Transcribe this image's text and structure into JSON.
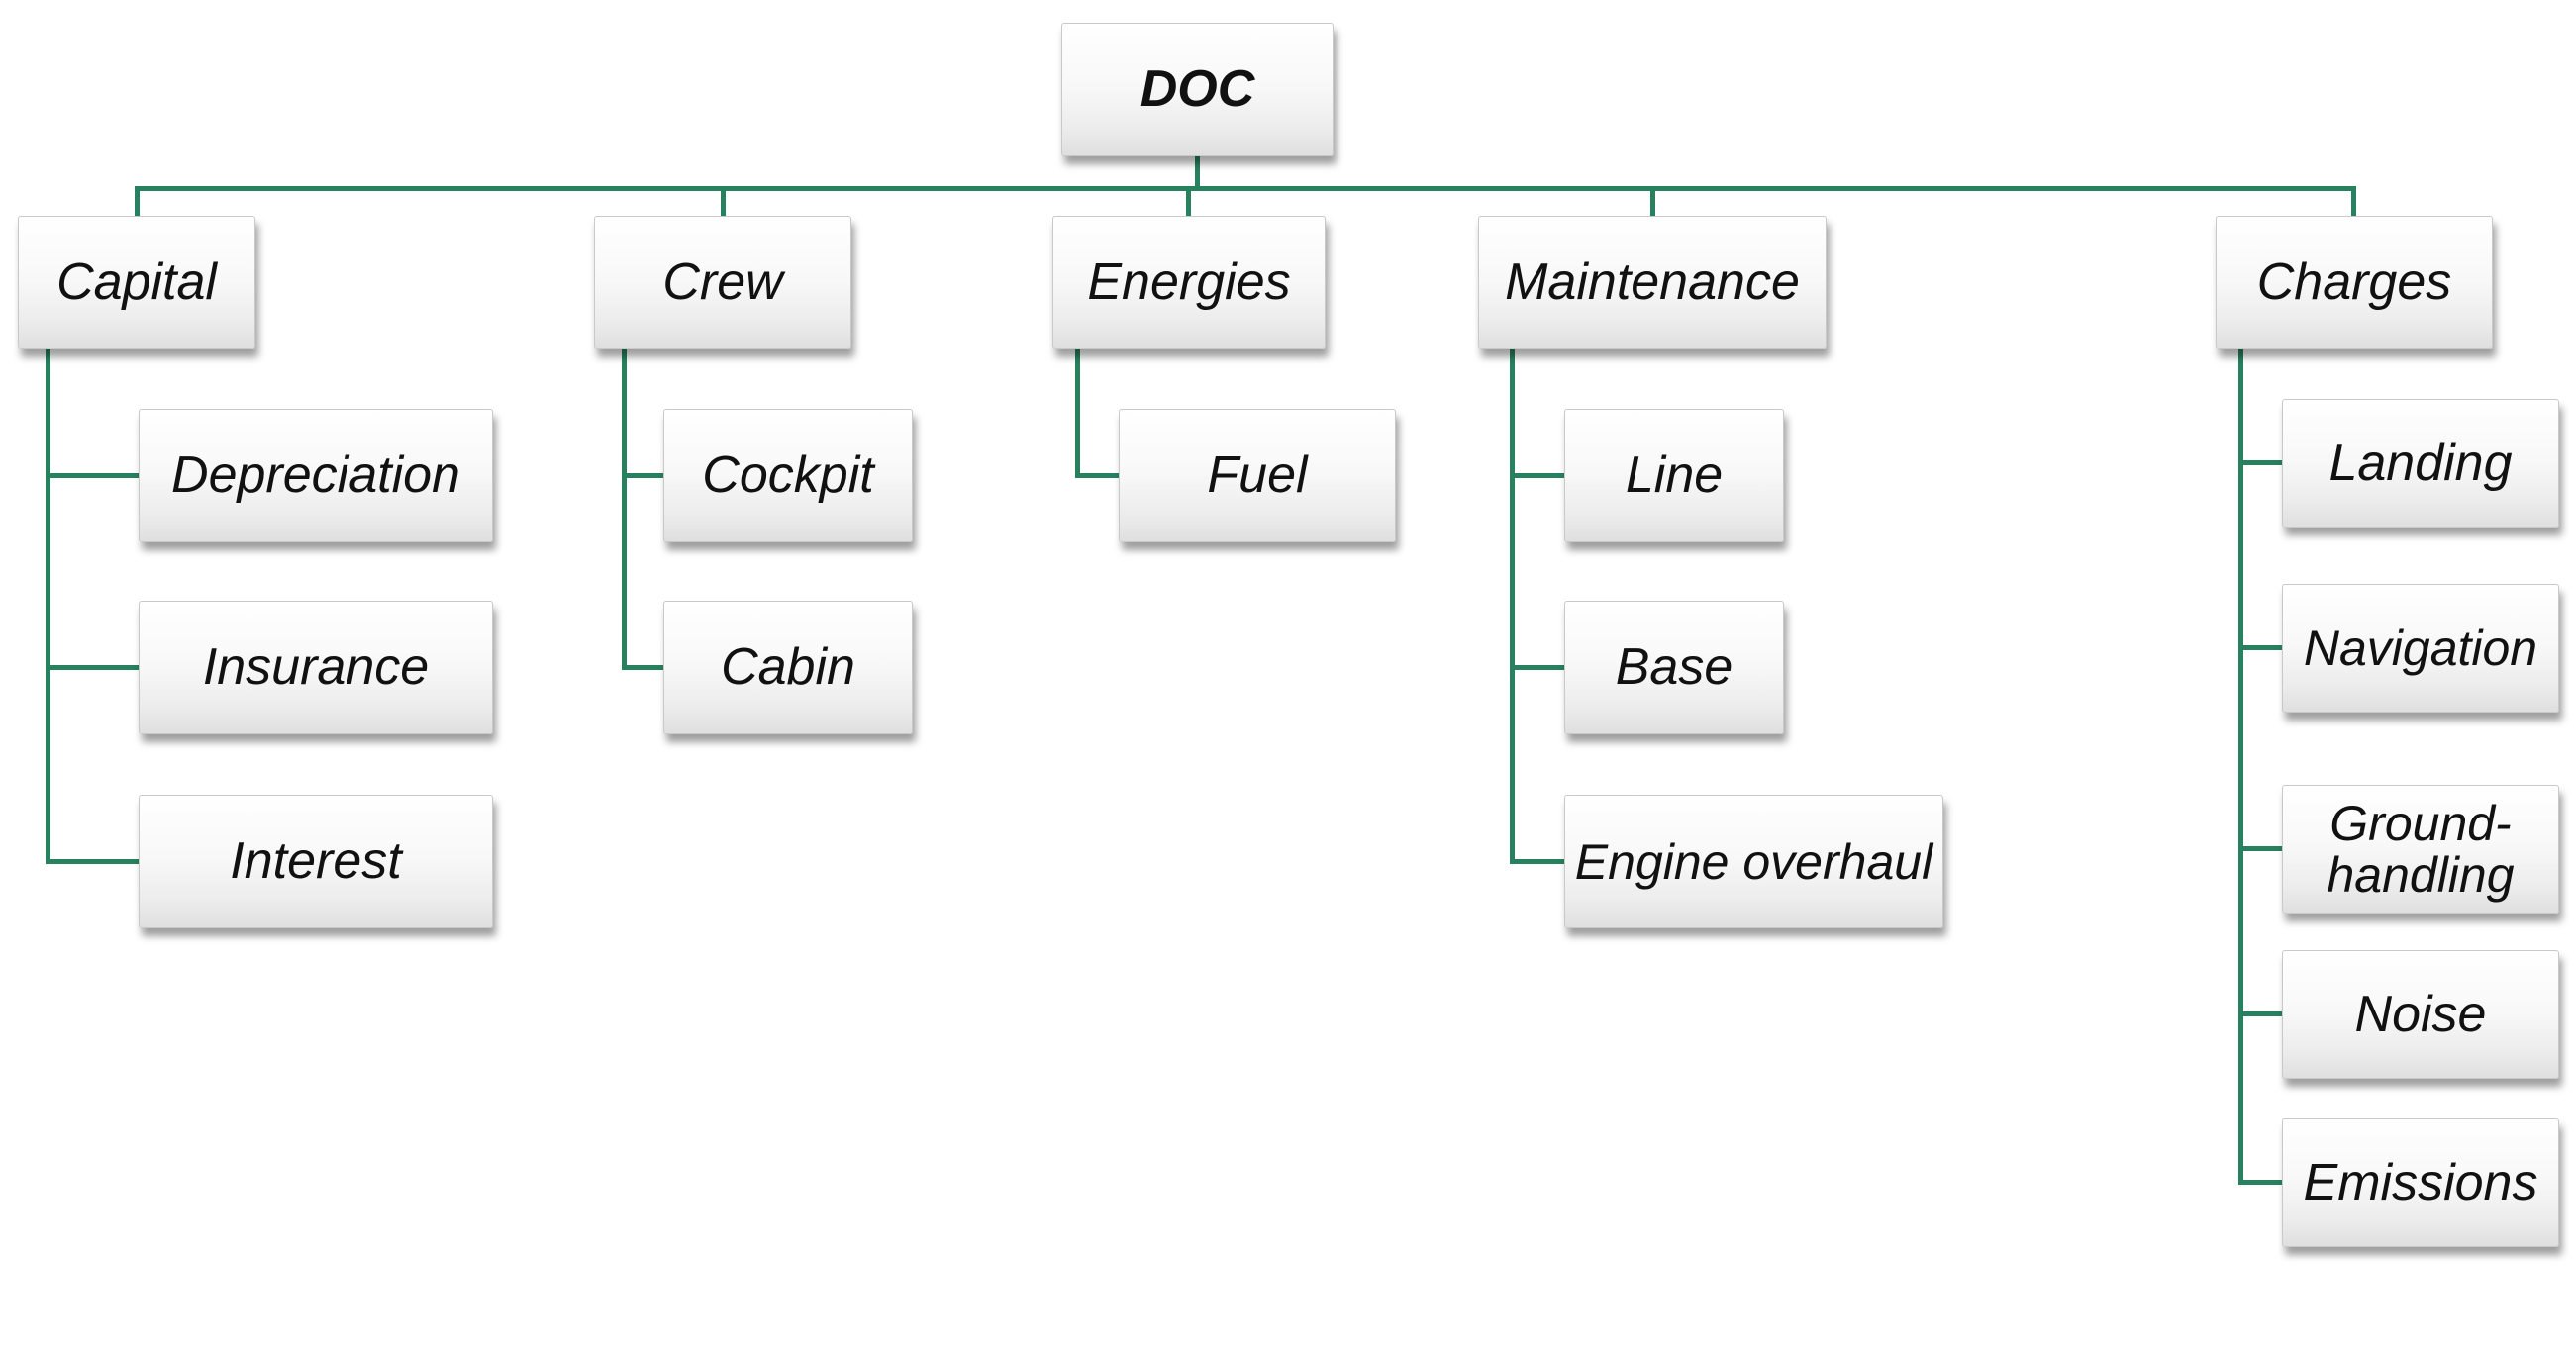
{
  "tree": {
    "root": "DOC",
    "branches": [
      {
        "label": "Capital",
        "children": [
          "Depreciation",
          "Insurance",
          "Interest"
        ]
      },
      {
        "label": "Crew",
        "children": [
          "Cockpit",
          "Cabin"
        ]
      },
      {
        "label": "Energies",
        "children": [
          "Fuel"
        ]
      },
      {
        "label": "Maintenance",
        "children": [
          "Line",
          "Base",
          "Engine overhaul"
        ]
      },
      {
        "label": "Charges",
        "children": [
          "Landing",
          "Navigation",
          "Ground-handling",
          "Noise",
          "Emissions"
        ]
      }
    ]
  },
  "colors": {
    "connector": "#27815f",
    "text": "#111111",
    "box_top": "#ffffff",
    "box_bottom": "#dfdfdf"
  }
}
